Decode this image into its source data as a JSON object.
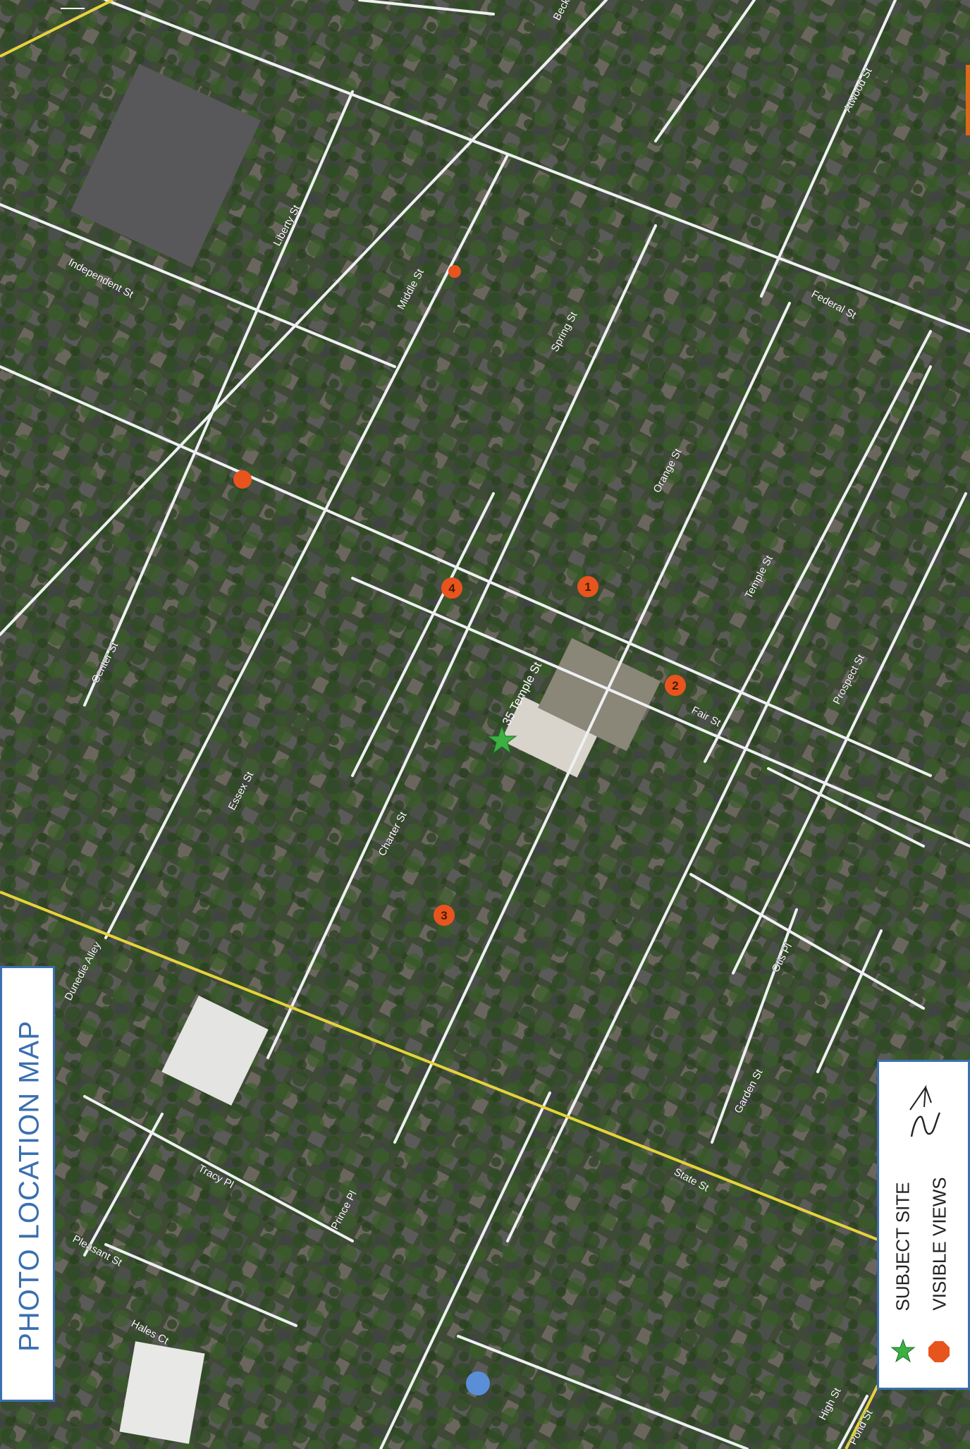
{
  "title": "PHOTO LOCATION MAP",
  "legend": {
    "subject_site_label": "SUBJECT SITE",
    "visible_views_label": "VISIBLE VIEWS",
    "subject_site_icon": "green-star-icon",
    "visible_views_icon": "orange-octagon-icon",
    "north_icon": "north-arrow-icon"
  },
  "colors": {
    "frame": "#3a6fb0",
    "subject_site": "#3cb043",
    "visible_views": "#e8541e",
    "main_road": "#e6d23c",
    "street": "#eef0f2"
  },
  "site_label": "35 Temple St",
  "markers": [
    {
      "label": "1"
    },
    {
      "label": "2"
    },
    {
      "label": "3"
    },
    {
      "label": "4"
    }
  ],
  "streets": [
    "Beck St",
    "Atwood St",
    "Liberty St",
    "Independent St",
    "Middle St",
    "Federal St",
    "Spring St",
    "Orange St",
    "Temple St",
    "Prospect St",
    "Fair St",
    "Center St",
    "Essex St",
    "Charter St",
    "Dunedie Alley",
    "Otis Pl",
    "Garden St",
    "State St",
    "Tracy Pl",
    "Prince Pl",
    "Pleasant St",
    "Hales Ct",
    "High St",
    "Pond St"
  ]
}
